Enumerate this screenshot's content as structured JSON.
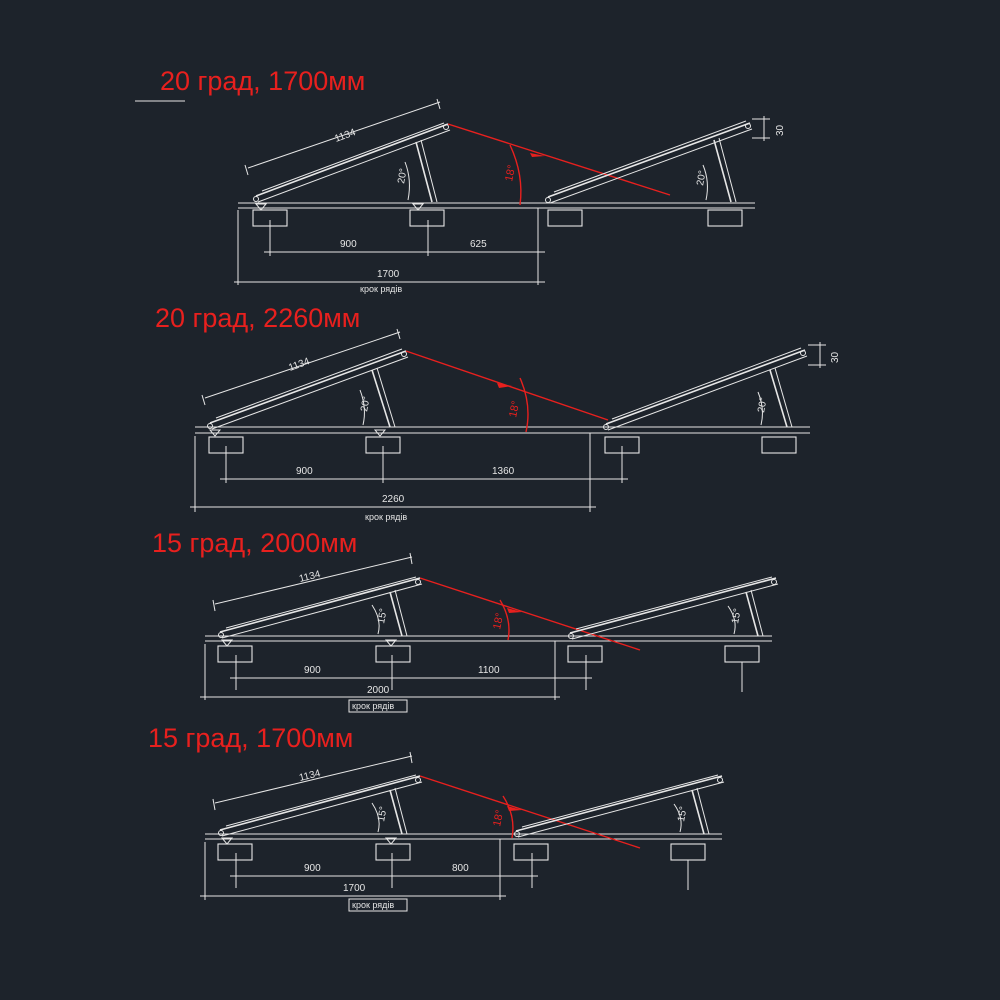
{
  "sections": [
    {
      "title": "20 град, 1700мм",
      "panel_length": "1134",
      "tilt": "20°",
      "shadow_angle": "18°",
      "offset": "30",
      "dim_left": "900",
      "dim_right": "625",
      "dim_total": "1700",
      "pitch_label": "крок рядів"
    },
    {
      "title": "20 град, 2260мм",
      "panel_length": "1134",
      "tilt": "20°",
      "shadow_angle": "18°",
      "offset": "30",
      "dim_left": "900",
      "dim_right": "1360",
      "dim_total": "2260",
      "pitch_label": "крок рядів"
    },
    {
      "title": "15 град, 2000мм",
      "panel_length": "1134",
      "tilt": "15°",
      "shadow_angle": "18°",
      "dim_left": "900",
      "dim_right": "1100",
      "dim_total": "2000",
      "pitch_label": "крок рядів"
    },
    {
      "title": "15 град, 1700мм",
      "panel_length": "1134",
      "tilt": "15°",
      "shadow_angle": "18°",
      "dim_left": "900",
      "dim_right": "800",
      "dim_total": "1700",
      "pitch_label": "крок рядів"
    }
  ]
}
